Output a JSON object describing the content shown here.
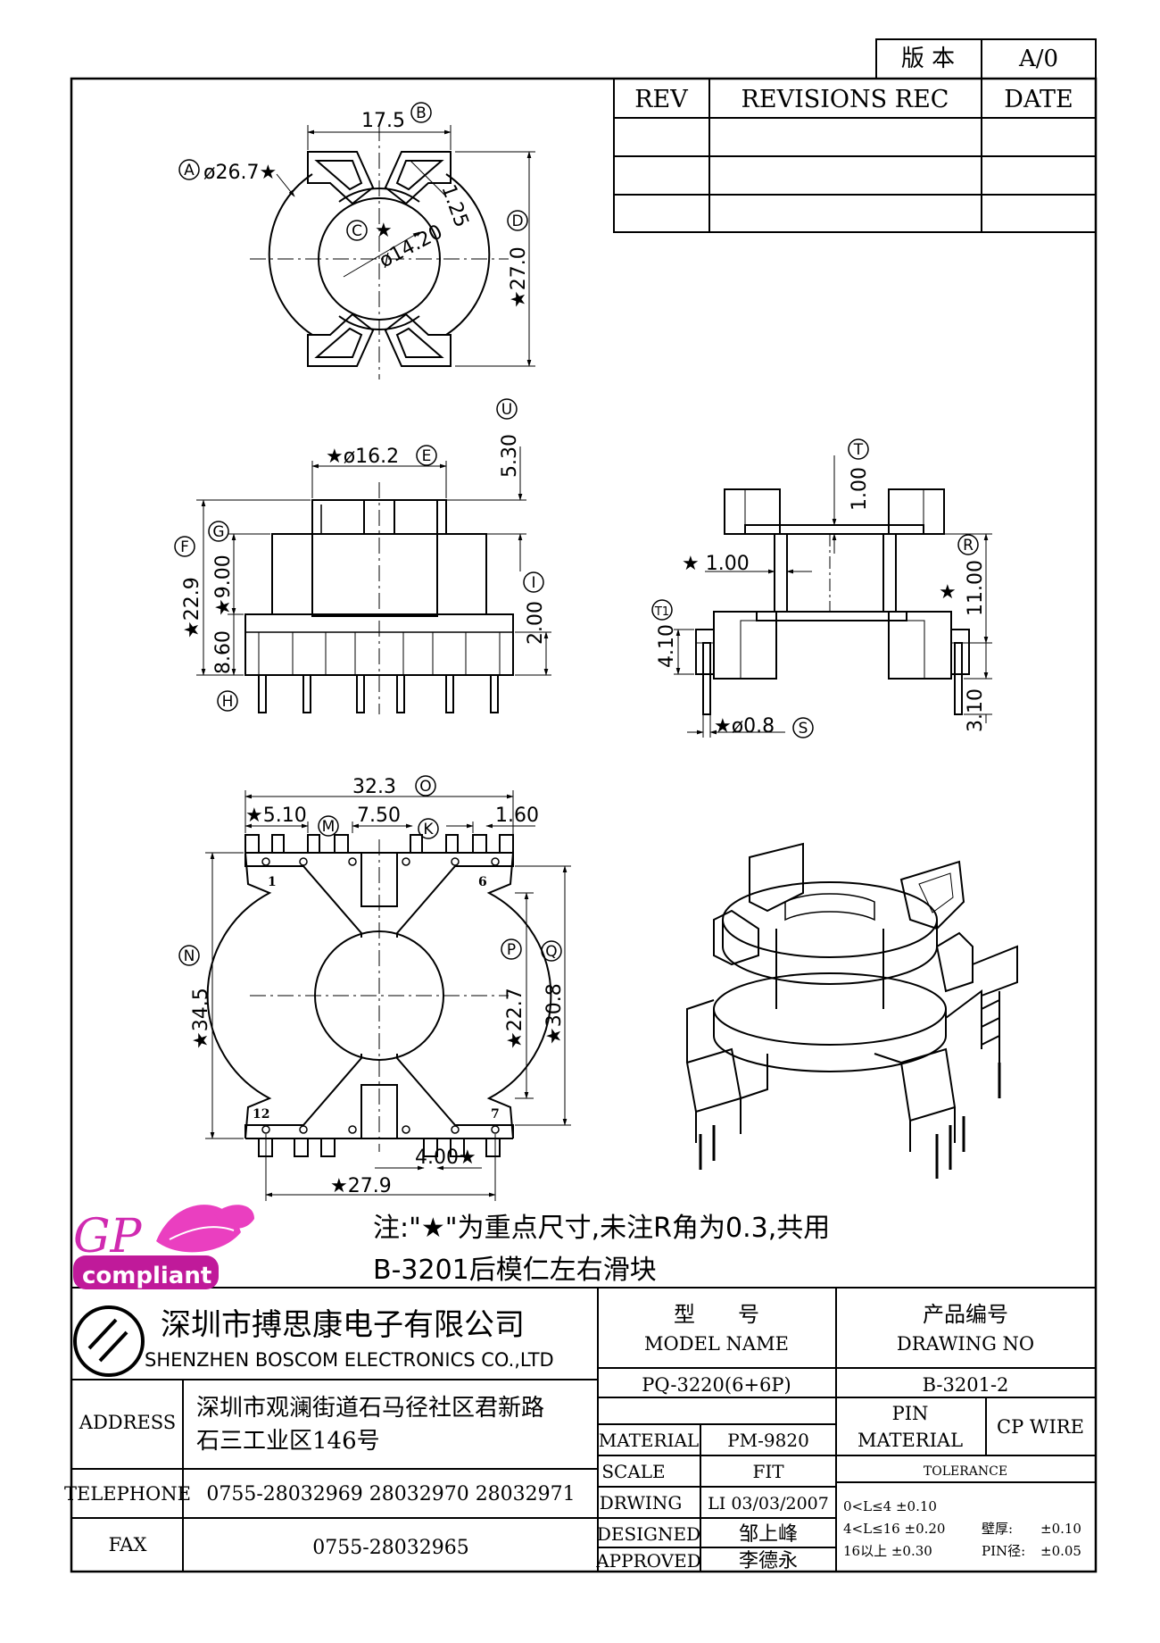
{
  "version_box": {
    "label": "版 本",
    "value": "A/0"
  },
  "revision_table": {
    "headers": [
      "REV",
      "REVISIONS REC",
      "DATE"
    ],
    "rows": [
      [
        "",
        "",
        ""
      ],
      [
        "",
        "",
        ""
      ],
      [
        "",
        "",
        ""
      ]
    ]
  },
  "top_view": {
    "dim_b": "17.5",
    "circle_b": "B",
    "dim_a": "ø26.7★",
    "circle_a": "A",
    "dim_c": "ø14.20",
    "circle_c": "C",
    "star_c": "★",
    "dim_125": "1.25",
    "dim_d": "★27.0",
    "circle_d": "D"
  },
  "front_view": {
    "dim_e": "★ø16.2",
    "circle_e": "E",
    "dim_u": "5.30",
    "circle_u": "U",
    "circle_f": "F",
    "dim_f": "★22.9",
    "circle_g": "G",
    "dim_g": "★9.00",
    "dim_860": "8.60",
    "circle_h": "H",
    "circle_i": "I",
    "dim_i": "2.00"
  },
  "side_view": {
    "circle_t": "T",
    "dim_t": "1.00",
    "dim_100_left": "★ 1.00",
    "circle_r": "R",
    "star_r": "★",
    "dim_r": "11.00",
    "circle_t1": "T1",
    "dim_t1": "4.10",
    "dim_s": "★ø0.8",
    "circle_s": "S",
    "dim_310": "3.10"
  },
  "bottom_view": {
    "dim_o": "32.3",
    "circle_o": "O",
    "dim_510": "★5.10",
    "circle_m": "M",
    "dim_750": "7.50",
    "circle_k": "K",
    "dim_160": "1.60",
    "pin_1": "1",
    "pin_6": "6",
    "pin_12": "12",
    "pin_7": "7",
    "circle_n": "N",
    "dim_n": "★34.5",
    "circle_p": "P",
    "dim_p": "★22.7",
    "circle_q": "Q",
    "dim_q": "★30.8",
    "dim_400": "4.00★",
    "dim_279": "★27.9"
  },
  "logo": {
    "gp": "GP",
    "compliant": "compliant"
  },
  "notes": {
    "line1": "注:\"★\"为重点尺寸,未注R角为0.3,共用",
    "line2": "B-3201后模仁左右滑块"
  },
  "title_block": {
    "company_cn": "深圳市搏思康电子有限公司",
    "company_en": "SHENZHEN BOSCOM ELECTRONICS CO.,LTD",
    "model_label_cn": "型　　号",
    "model_label_en": "MODEL NAME",
    "drawing_label_cn": "产品编号",
    "drawing_label_en": "DRAWING NO",
    "model_value": "PQ-3220(6+6P)",
    "drawing_value": "B-3201-2",
    "address_label": "ADDRESS",
    "address_line1": "深圳市观澜街道石马径社区君新路",
    "address_line2": "石三工业区146号",
    "telephone_label": "TELEPHONE",
    "telephone_value": "0755-28032969 28032970 28032971",
    "fax_label": "FAX",
    "fax_value": "0755-28032965",
    "material_label": "MATERIAL",
    "material_value": "PM-9820",
    "scale_label": "SCALE",
    "scale_value": "FIT",
    "drwing_label": "DRWING",
    "drwing_value": "LI 03/03/2007",
    "designed_label": "DESIGNED",
    "designed_value": "邹上峰",
    "approved_label": "APPROVED",
    "approved_value": "李德永",
    "pin_material_line1": "PIN",
    "pin_material_line2": "MATERIAL",
    "pin_material_value": "CP WIRE",
    "tolerance_label": "TOLERANCE",
    "tol_row1": "0<L≤4  ±0.10",
    "tol_row2": "4<L≤16  ±0.20",
    "tol_row3": "16以上     ±0.30",
    "wall_label": "壁厚:",
    "wall_value": "±0.10",
    "pin_dia_label": "PIN径:",
    "pin_dia_value": "±0.05"
  }
}
